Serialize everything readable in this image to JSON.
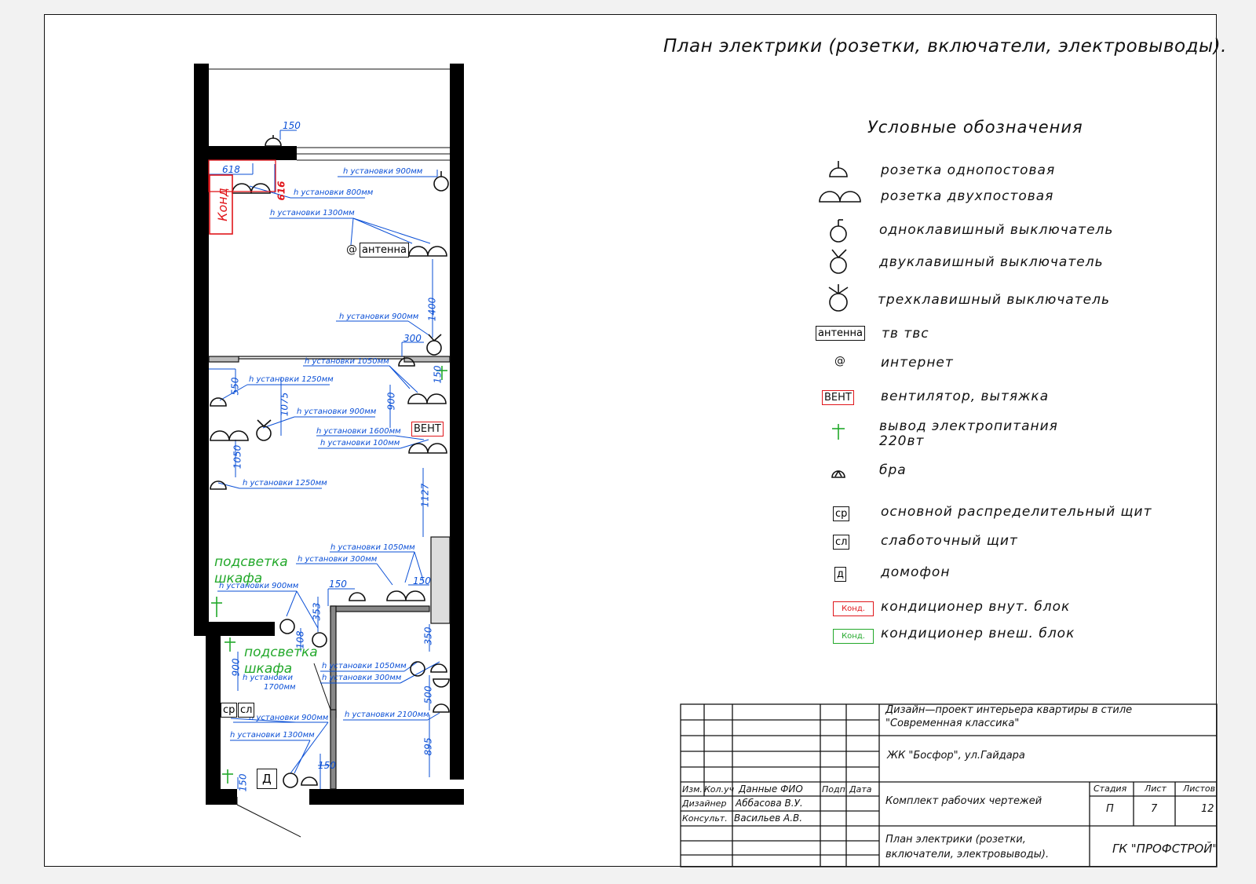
{
  "plan_title": "План электрики (розетки, включатели, электровыводы).",
  "legend": {
    "title": "Условные обозначения",
    "items": [
      {
        "icon": "single-socket-icon",
        "label": "розетка однопостовая"
      },
      {
        "icon": "double-socket-icon",
        "label": "розетка двухпостовая"
      },
      {
        "icon": "single-switch-icon",
        "label": "одноклавишный выключатель"
      },
      {
        "icon": "double-switch-icon",
        "label": "двуклавишный выключатель"
      },
      {
        "icon": "triple-switch-icon",
        "label": "трехклавишный выключатель"
      },
      {
        "icon": "antenna-box",
        "symbol": "антенна",
        "label": "тв твс"
      },
      {
        "icon": "internet-icon",
        "symbol": "@",
        "label": "интернет"
      },
      {
        "icon": "vent-box",
        "symbol": "ВЕНТ",
        "label": "вентилятор, вытяжка"
      },
      {
        "icon": "power-outlet-icon",
        "label": "вывод электропитания",
        "label2": "220вт"
      },
      {
        "icon": "sconce-icon",
        "label": "бра"
      },
      {
        "icon": "main-panel-box",
        "symbol": "ср",
        "label": "основной распределительный щит"
      },
      {
        "icon": "lowcurrent-panel-box",
        "symbol": "сл",
        "label": "слаботочный щит"
      },
      {
        "icon": "intercom-box",
        "symbol": "д",
        "label": "домофон"
      },
      {
        "icon": "ac-indoor-box",
        "symbol": "Конд.",
        "label": "кондиционер внут. блок"
      },
      {
        "icon": "ac-outdoor-box",
        "symbol": "Конд.",
        "label": "кондиционер внеш. блок"
      }
    ]
  },
  "plan": {
    "dims": [
      "150",
      "618",
      "616",
      "1400",
      "300",
      "150",
      "550",
      "1075",
      "900",
      "1050",
      "1127",
      "150",
      "150",
      "353",
      "108",
      "350",
      "500",
      "895",
      "900",
      "150",
      "150"
    ],
    "heights": [
      "h установки 900мм",
      "h установки 800мм",
      "h установки 1300мм",
      "h установки 900мм",
      "h установки 1050мм",
      "h установки 1250мм",
      "h установки 900мм",
      "h установки 1600мм",
      "h установки 100мм",
      "h установки 1250мм",
      "h установки 1050мм",
      "h установки 300мм",
      "h установки 900мм",
      "h установки 1050мм",
      "h установки 300мм",
      "h установки",
      "1700мм",
      "h установки 2100мм",
      "h установки 900мм",
      "h установки 1300мм"
    ],
    "labels": {
      "ac": "Конд",
      "antenna": "антенна",
      "at": "@",
      "vent": "ВЕНТ",
      "light1a": "подсветка",
      "light1b": "шкафа",
      "light2a": "подсветка",
      "light2b": "шкафа",
      "sr": "ср",
      "sl": "сл",
      "d": "Д"
    }
  },
  "title_block": {
    "project_line1": "Дизайн—проект интерьера квартиры в стиле",
    "project_line2": "\"Современная классика\"",
    "address": "ЖК \"Босфор\", ул.Гайдара",
    "headers": {
      "izm": "Изм.",
      "koluch": "Кол.уч",
      "fio": "Данные ФИО",
      "podp": "Подп.",
      "data": "Дата"
    },
    "rows": [
      {
        "role": "Дизайнер",
        "name": "Аббасова В.У."
      },
      {
        "role": "Консульт.",
        "name": "Васильев А.В."
      }
    ],
    "set": "Комплект рабочих чертежей",
    "stage_label": "Стадия",
    "sheet_label": "Лист",
    "sheets_label": "Листов",
    "stage": "П",
    "sheet": "7",
    "sheets": "12",
    "sheet_title1": "План электрики (розетки,",
    "sheet_title2": "включатели, электровыводы).",
    "company": "ГК \"ПРОФСТРОЙ\""
  }
}
